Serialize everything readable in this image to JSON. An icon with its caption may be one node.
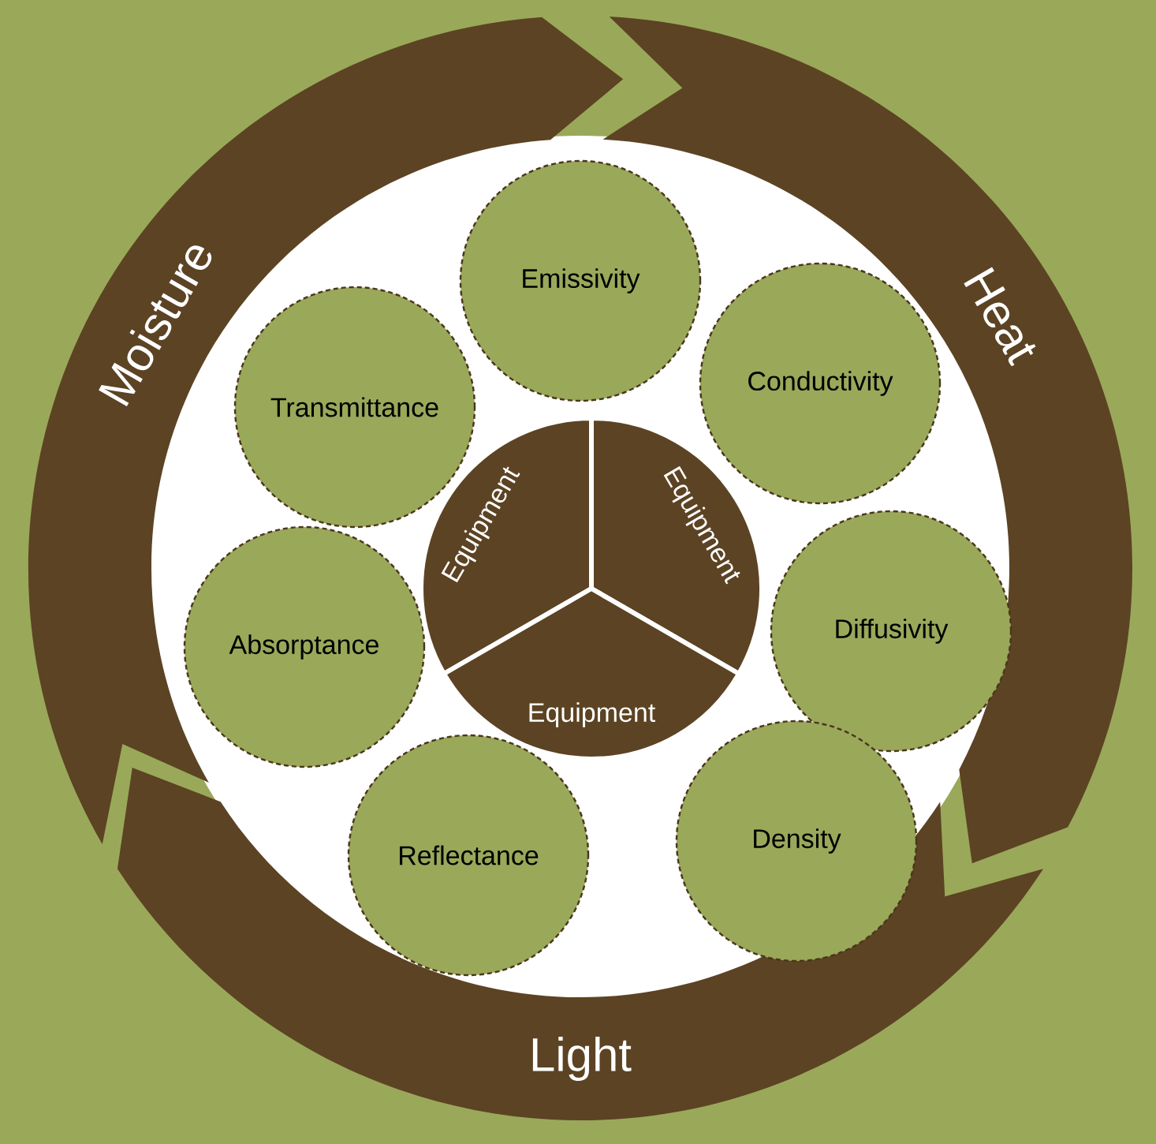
{
  "diagram": {
    "nodes": [
      {
        "text": [
          "Moisture"
        ]
      },
      {
        "text": [
          "Heat"
        ]
      },
      {
        "text": [
          "Light"
        ]
      },
      {
        "text": [
          "Emissivity"
        ]
      },
      {
        "text": [
          "Transmittance"
        ]
      },
      {
        "text": [
          "Conductivity"
        ]
      },
      {
        "text": [
          "Absorptance"
        ]
      },
      {
        "text": [
          "Diffusivity"
        ]
      },
      {
        "text": [
          "Reflectance"
        ]
      },
      {
        "text": [
          "Density"
        ]
      },
      {
        "text": [
          "Equipment"
        ]
      },
      {
        "text": [
          "Equipment"
        ]
      },
      {
        "text": [
          "Equipment"
        ]
      }
    ]
  }
}
